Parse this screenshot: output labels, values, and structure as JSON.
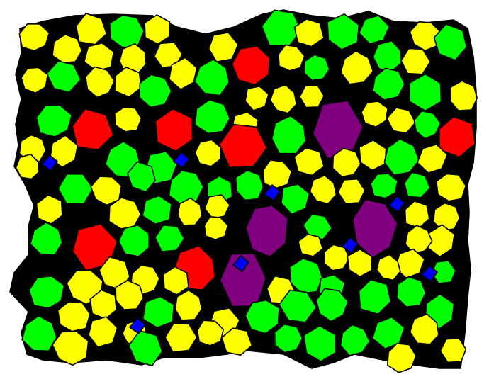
{
  "colors": {
    "background": "#ffffff",
    "outline": "#000000",
    "filler": "#000000",
    "yellow": "#ffff00",
    "green": "#00ff00",
    "red": "#ff0000",
    "purple": "#800080",
    "blue": "#0000ff"
  },
  "tile_counts": {
    "red": 7,
    "purple": 4,
    "blue": 8
  }
}
